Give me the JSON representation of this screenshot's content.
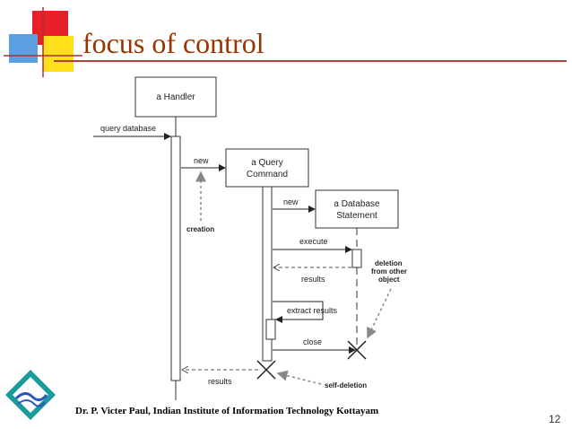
{
  "slide": {
    "title": "focus of control",
    "footer": "Dr. P. Victer Paul, Indian Institute of Information Technology Kottayam",
    "page_number": "12"
  },
  "diagram": {
    "objects": {
      "handler": "a Handler",
      "query_line1": "a Query",
      "query_line2": "Command",
      "db_line1": "a Database",
      "db_line2": "Statement"
    },
    "messages": {
      "query_database": "query database",
      "new_query": "new",
      "new_db": "new",
      "execute": "execute",
      "results_db": "results",
      "extract_results": "extract results",
      "close": "close",
      "results_handler": "results"
    },
    "notes": {
      "creation": "creation",
      "deletion_line1": "deletion",
      "deletion_line2": "from other",
      "deletion_line3": "object",
      "self_deletion": "self-deletion"
    }
  },
  "colors": {
    "title": "#993300",
    "square_red": "#e8202a",
    "square_yellow": "#ffe01a",
    "square_blue": "#5aa0e0",
    "note_arrow": "#888888"
  }
}
